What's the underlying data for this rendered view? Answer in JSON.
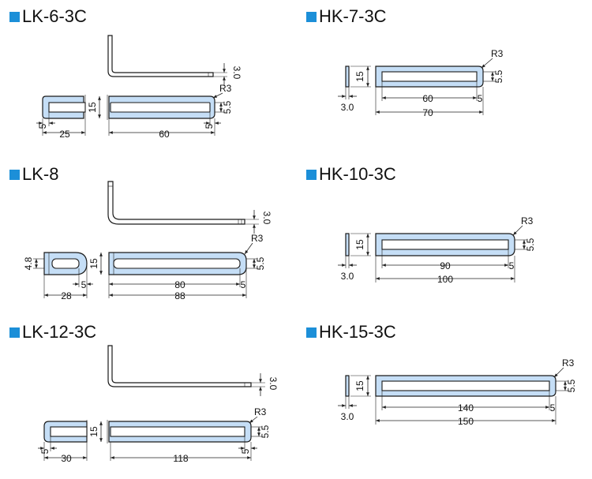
{
  "titles": {
    "lk6": "LK-6-3C",
    "hk7": "HK-7-3C",
    "lk8": "LK-8",
    "hk10": "HK-10-3C",
    "lk12": "LK-12-3C",
    "hk15": "HK-15-3C"
  },
  "colors": {
    "accent": "#1c8fd8",
    "part_fill": "#c5def6",
    "line": "#1a1a1a"
  },
  "lk6": {
    "w25": "25",
    "w60": "60",
    "d5a": "5",
    "d5b": "5",
    "h15": "15",
    "t30": "3.0",
    "s55": "5.5",
    "r3": "R3"
  },
  "hk7": {
    "w60": "60",
    "w70": "70",
    "d5": "5",
    "h15": "15",
    "t30": "3.0",
    "s55": "5.5",
    "r3": "R3"
  },
  "lk8": {
    "w28": "28",
    "w80": "80",
    "w88": "88",
    "d5a": "5",
    "d5b": "5",
    "h15": "15",
    "h48": "4.8",
    "t30": "3.0",
    "s55": "5.5",
    "r3": "R3"
  },
  "hk10": {
    "w90": "90",
    "w100": "100",
    "d5": "5",
    "h15": "15",
    "t30": "3.0",
    "s55": "5.5",
    "r3": "R3"
  },
  "lk12": {
    "w30": "30",
    "w118": "118",
    "d5a": "5",
    "d5b": "5",
    "h15": "15",
    "t30": "3.0",
    "s55": "5.5",
    "r3": "R3"
  },
  "hk15": {
    "w140": "140",
    "w150": "150",
    "d5": "5",
    "h15": "15",
    "t30": "3.0",
    "s55": "5.5",
    "r3": "R3"
  }
}
